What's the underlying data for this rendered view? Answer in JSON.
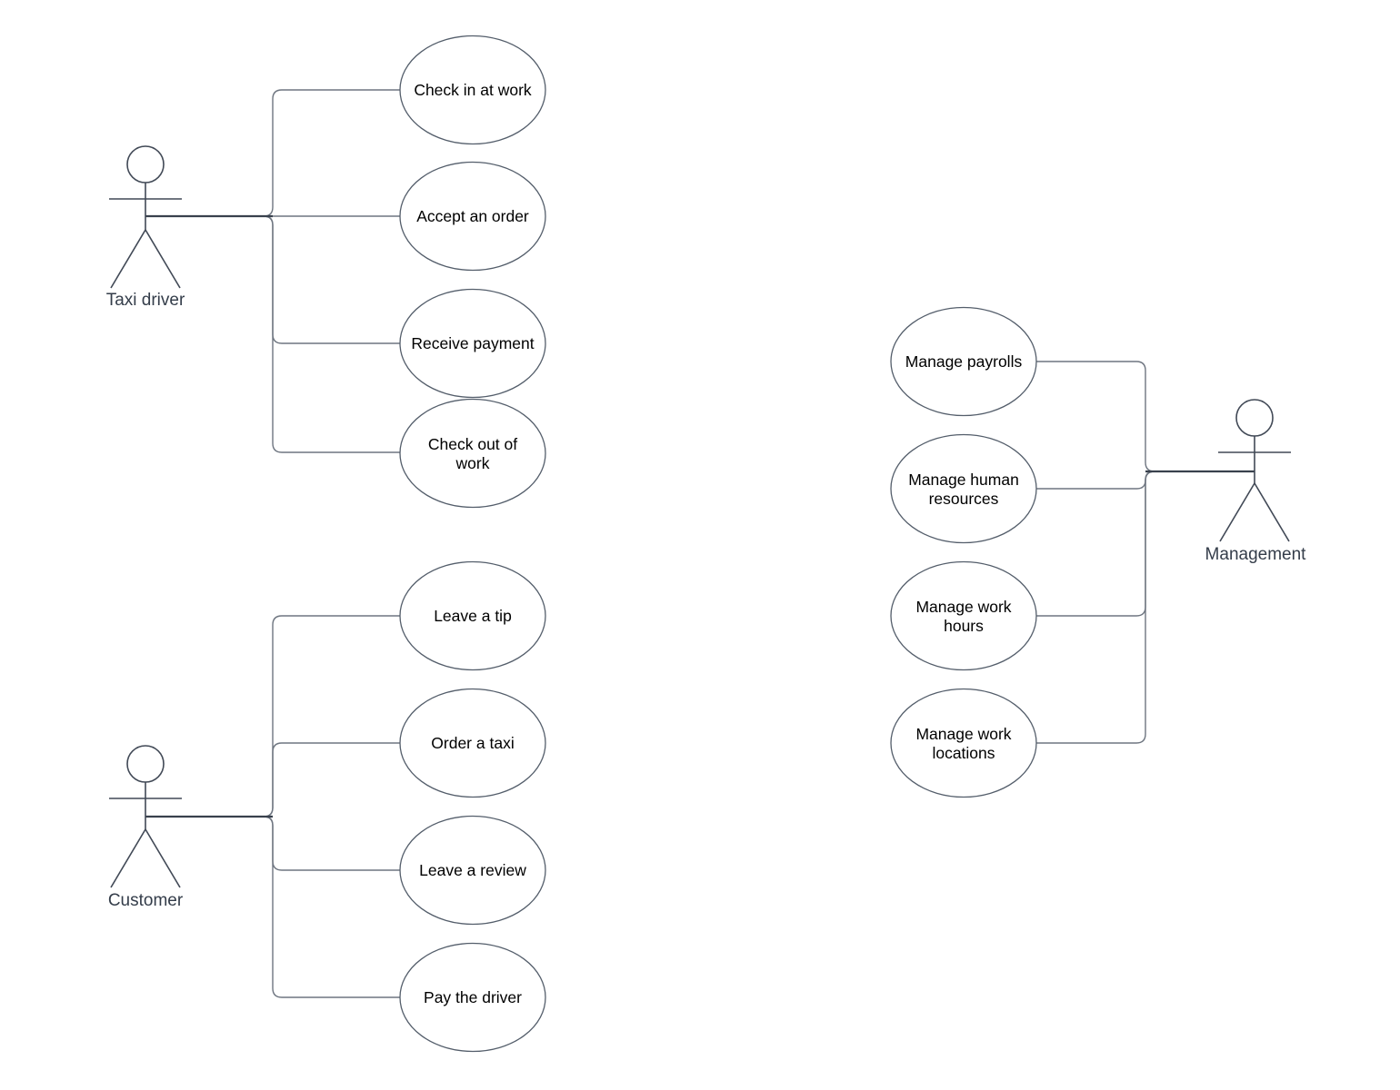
{
  "diagram_type": "UML use case diagram",
  "colors": {
    "connector": "#6e7580",
    "actor_line": "#39414d",
    "shape_stroke": "#545e6b",
    "shape_fill": "#ffffff",
    "text": "#000000",
    "actor_stroke": "#414956",
    "actor_label": "#343d4a",
    "background": "#ffffff"
  },
  "actors": {
    "taxi_driver": {
      "label": "Taxi driver"
    },
    "customer": {
      "label": "Customer"
    },
    "management": {
      "label": "Management"
    }
  },
  "use_cases": {
    "taxi_driver": [
      {
        "label": "Check in at work",
        "lines": [
          "Check in at work",
          ""
        ]
      },
      {
        "label": "Accept an order",
        "lines": [
          "Accept an order",
          ""
        ]
      },
      {
        "label": "Receive payment",
        "lines": [
          "Receive payment",
          ""
        ]
      },
      {
        "label": "Check out of work",
        "lines": [
          "Check out of",
          "work"
        ]
      }
    ],
    "customer": [
      {
        "label": "Leave a tip",
        "lines": [
          "Leave a tip",
          ""
        ]
      },
      {
        "label": "Order a taxi",
        "lines": [
          "Order a taxi",
          ""
        ]
      },
      {
        "label": "Leave a review",
        "lines": [
          "Leave a review",
          ""
        ]
      },
      {
        "label": "Pay the driver",
        "lines": [
          "Pay the driver",
          ""
        ]
      }
    ],
    "management": [
      {
        "label": "Manage payrolls",
        "lines": [
          "Manage payrolls",
          ""
        ]
      },
      {
        "label": "Manage human resources",
        "lines": [
          "Manage human",
          "resources"
        ]
      },
      {
        "label": "Manage work hours",
        "lines": [
          "Manage work",
          "hours"
        ]
      },
      {
        "label": "Manage work locations",
        "lines": [
          "Manage work",
          "locations"
        ]
      }
    ]
  }
}
